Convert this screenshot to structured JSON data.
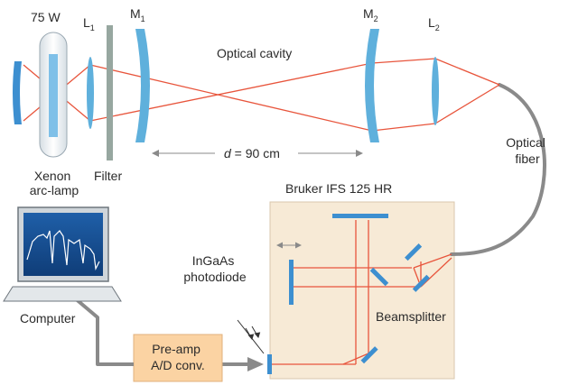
{
  "labels": {
    "lamp_power": "75 W",
    "lamp_name_1": "Xenon",
    "lamp_name_2": "arc-lamp",
    "lens1": "L",
    "lens1_sub": "1",
    "filter": "Filter",
    "mirror1": "M",
    "mirror1_sub": "1",
    "mirror2": "M",
    "mirror2_sub": "2",
    "lens2": "L",
    "lens2_sub": "2",
    "cavity": "Optical cavity",
    "distance_var": "d",
    "distance_val": " = 90 cm",
    "fiber_1": "Optical",
    "fiber_2": "fiber",
    "spectrometer": "Bruker IFS 125 HR",
    "detector_1": "InGaAs",
    "detector_2": "photodiode",
    "beamsplitter": "Beamsplitter",
    "computer": "Computer",
    "preamp_1": "Pre-amp",
    "preamp_2": "A/D conv."
  },
  "colors": {
    "beam": "#e8553c",
    "optic": "#5fb0dc",
    "mirror": "#3d8fd0",
    "spectrometer_box": "#f7ead6",
    "preamp_box": "#fbd3a3",
    "cable": "#8a8a8a"
  }
}
